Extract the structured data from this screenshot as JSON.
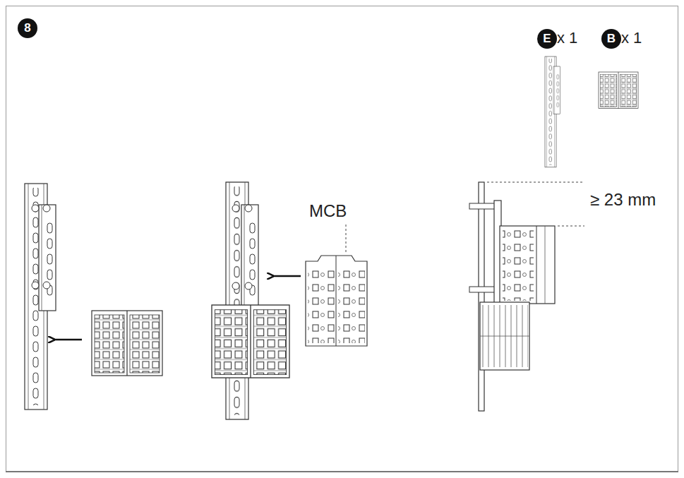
{
  "diagram": {
    "nodes": [
      {
        "text": [
          "8"
        ]
      },
      {
        "text": [
          "E"
        ]
      },
      {
        "text": [
          "B"
        ]
      }
    ],
    "labels": [
      "x 1",
      "x 1",
      "MCB",
      "≥ 23 mm"
    ]
  }
}
